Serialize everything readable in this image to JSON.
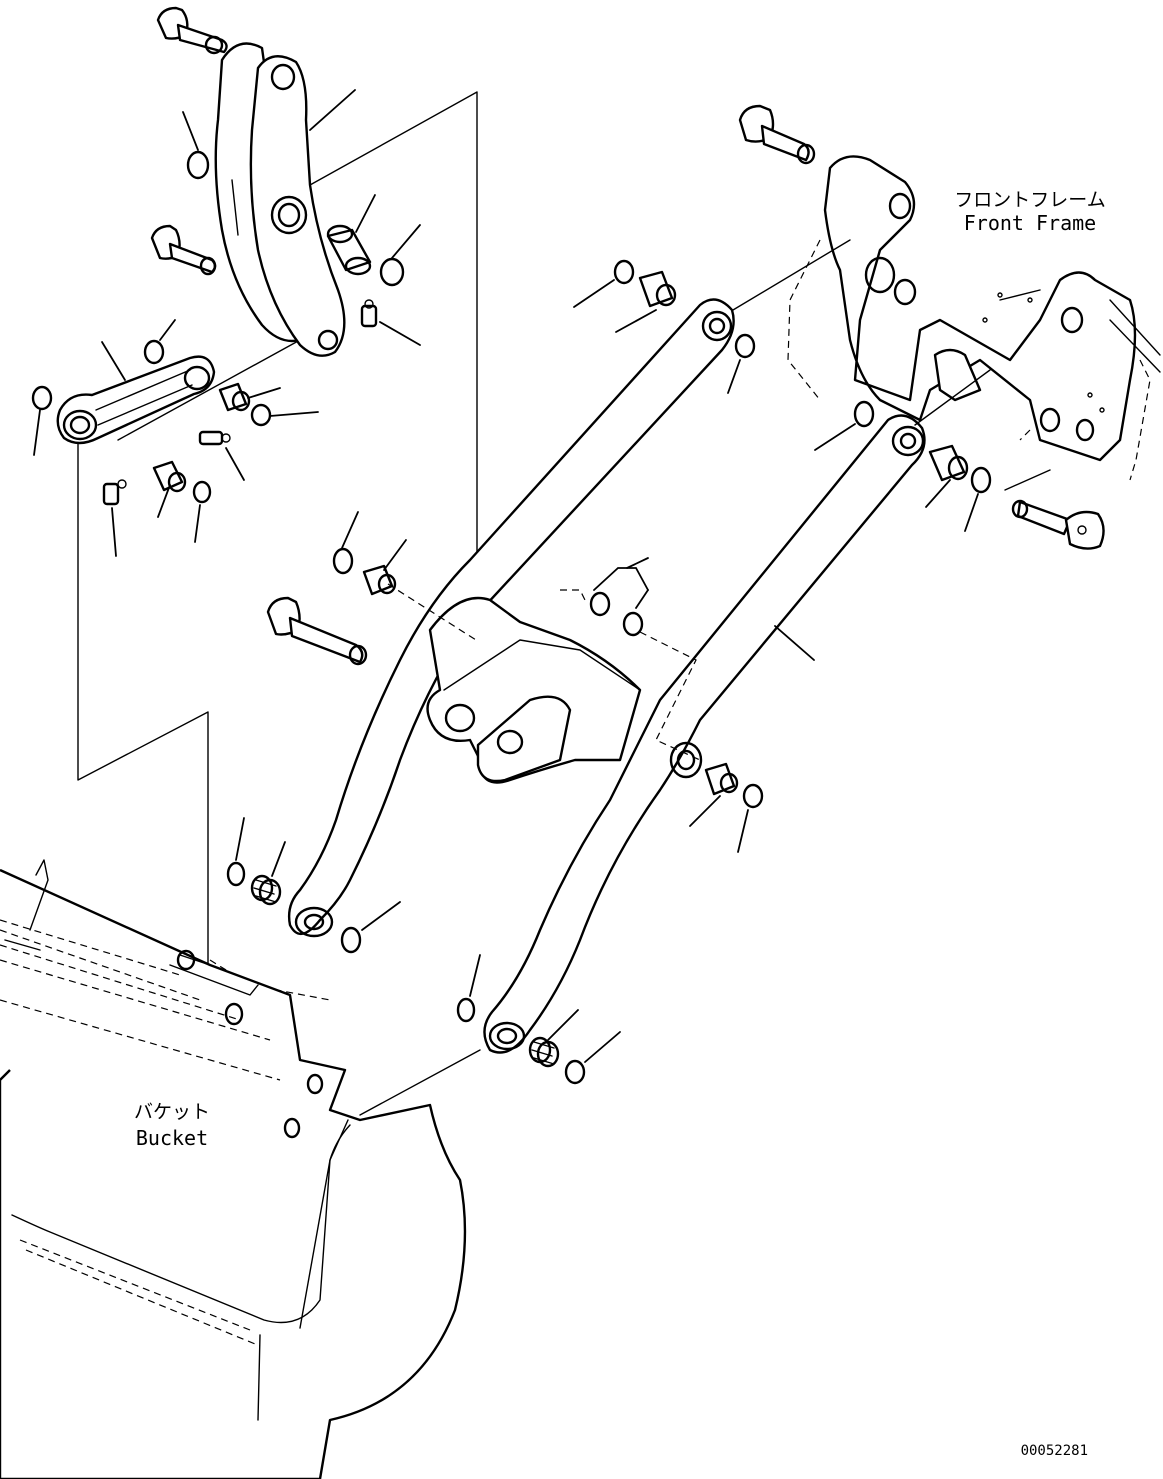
{
  "labels": {
    "front_frame_jp": "フロントフレーム",
    "front_frame_en": "Front Frame",
    "bucket_jp": "バケット",
    "bucket_en": "Bucket",
    "drawing_number": "00052281"
  },
  "icons": {
    "o_ring": "o-ring-icon",
    "bushing": "bushing-icon",
    "pin": "pin-icon",
    "grease_fitting": "grease-fitting-icon"
  }
}
